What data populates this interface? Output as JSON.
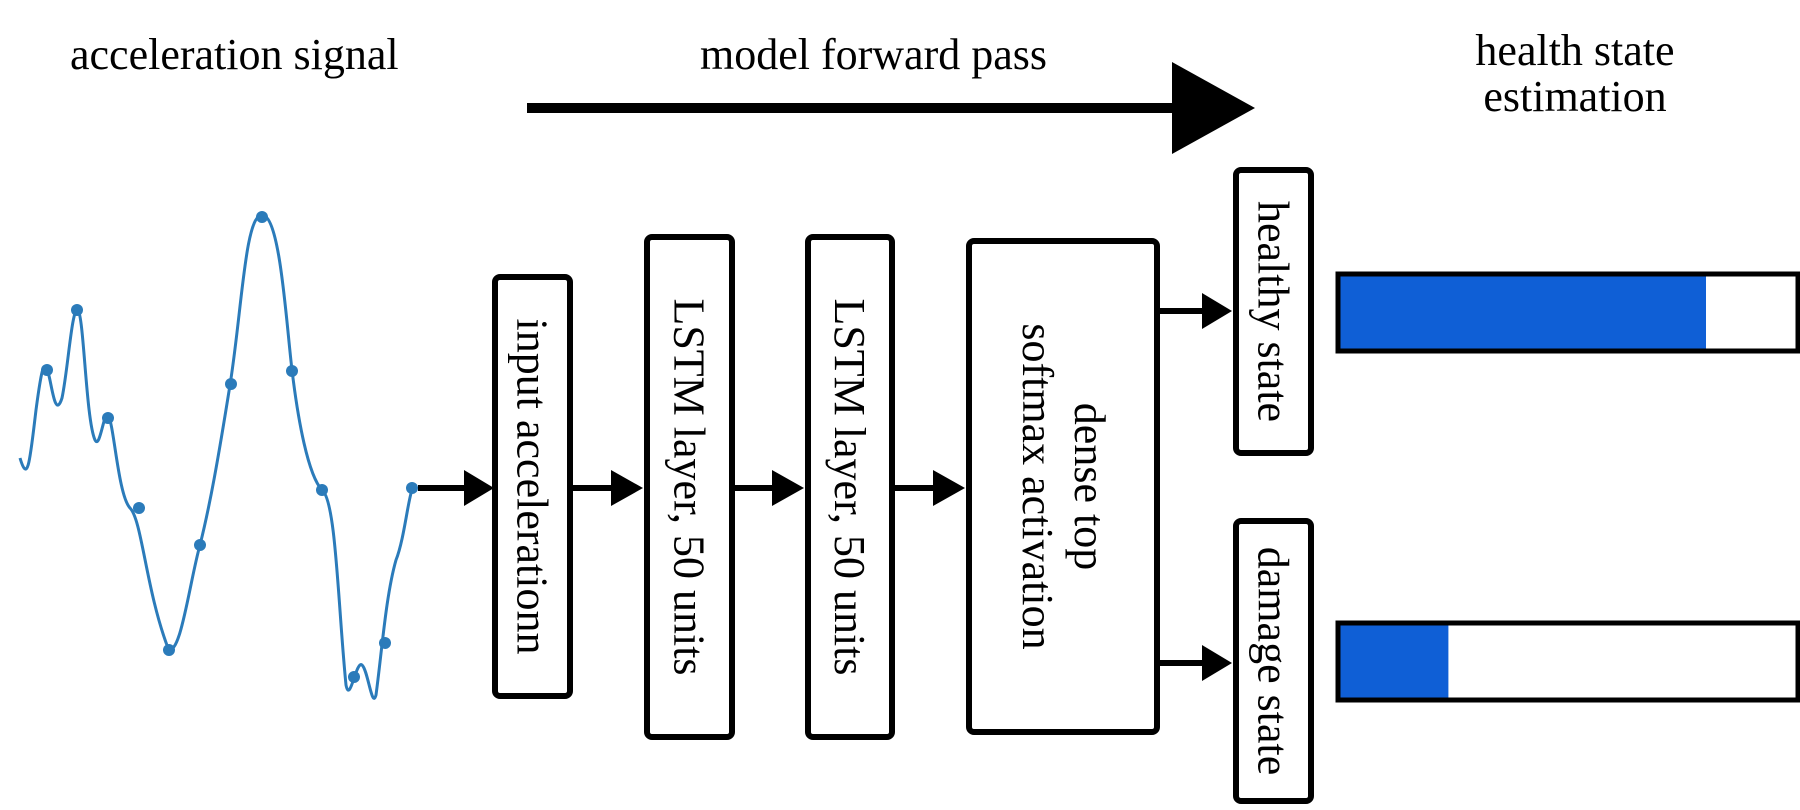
{
  "titles": {
    "signal": "acceleration signal",
    "forward": "model forward pass",
    "health_line1": "health state",
    "health_line2": "estimation"
  },
  "layers": {
    "input": "input accelerationn",
    "lstm1": "LSTM layer, 50 units",
    "lstm2": "LSTM layer, 50 units",
    "dense_line1": "dense top",
    "dense_line2": "softmax activation"
  },
  "outputs": {
    "healthy": "healthy state",
    "damage": "damage state"
  },
  "estimates": {
    "healthy_fraction": 0.8,
    "damage_fraction": 0.24
  },
  "colors": {
    "signal": "#2b7bba",
    "bar_fill": "#0f5fd6",
    "stroke": "#000000"
  }
}
